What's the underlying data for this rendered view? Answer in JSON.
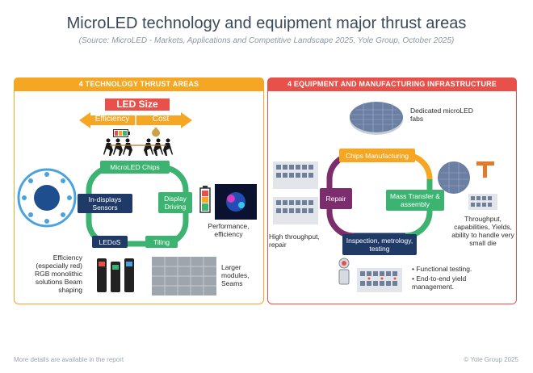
{
  "title": "MicroLED technology and equipment major thrust areas",
  "subtitle": "(Source: MicroLED - Markets, Applications and Competitive Landscape 2025, Yole Group, October 2025)",
  "left_panel": {
    "header": "4 TECHNOLOGY THRUST AREAS",
    "led_size": "LED Size",
    "efficiency": "Efficiency",
    "cost": "Cost",
    "nodes": {
      "microled_chips": "MicroLED Chips",
      "in_displays_sensors": "In-displays Sensors",
      "display_driving": "Display Driving",
      "ledos": "LEDoS",
      "tiling": "Tiling"
    },
    "captions": {
      "performance": "Performance, efficiency",
      "efficiency_red": "Efficiency (especially red) RGB monolithic solutions Beam shaping",
      "larger_modules": "Larger modules, Seams"
    }
  },
  "right_panel": {
    "header": "4 EQUIPMENT AND MANUFACTURING INFRASTRUCTURE",
    "nodes": {
      "chips_manufacturing": "Chips Manufacturing",
      "mass_transfer": "Mass Transfer & assembly",
      "inspection": "Inspection, metrology, testing",
      "repair": "Repair"
    },
    "captions": {
      "dedicated_fabs": "Dedicated microLED fabs",
      "throughput_repair": "High throughput, repair",
      "throughput_caps": "Throughput, capabilities, Yields, ability to handle very small die",
      "functional_testing": "Functional testing.",
      "yield_mgmt": "End-to-end yield management."
    }
  },
  "footer": {
    "left": "More details are available in the report",
    "right": "© Yole Group 2025"
  },
  "colors": {
    "orange": "#f5a623",
    "red": "#e8504a",
    "green": "#3cb371",
    "navy": "#1f3a66",
    "purple": "#7b2d6e"
  }
}
